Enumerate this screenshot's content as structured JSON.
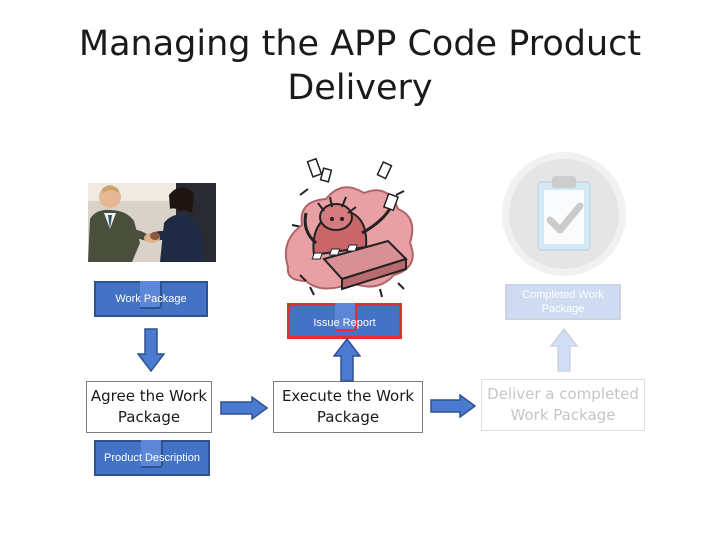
{
  "title": "Managing the APP Code Product Delivery",
  "images": {
    "meeting": "business-handshake-photo",
    "stressed": "stressed-worker-cartoon",
    "clipboard": "clipboard-check-icon"
  },
  "products": {
    "work_package": "Work Package",
    "issue_report": "Issue Report",
    "completed_work_package": "Completed Work Package",
    "product_description": "Product Description"
  },
  "steps": {
    "agree": "Agree the Work Package",
    "execute": "Execute the Work Package",
    "deliver": "Deliver a completed Work Package"
  },
  "colors": {
    "product_fill": "#4472c4",
    "product_border": "#2f528f",
    "issue_border": "#e03030",
    "arrow": "#4a7bd0"
  }
}
